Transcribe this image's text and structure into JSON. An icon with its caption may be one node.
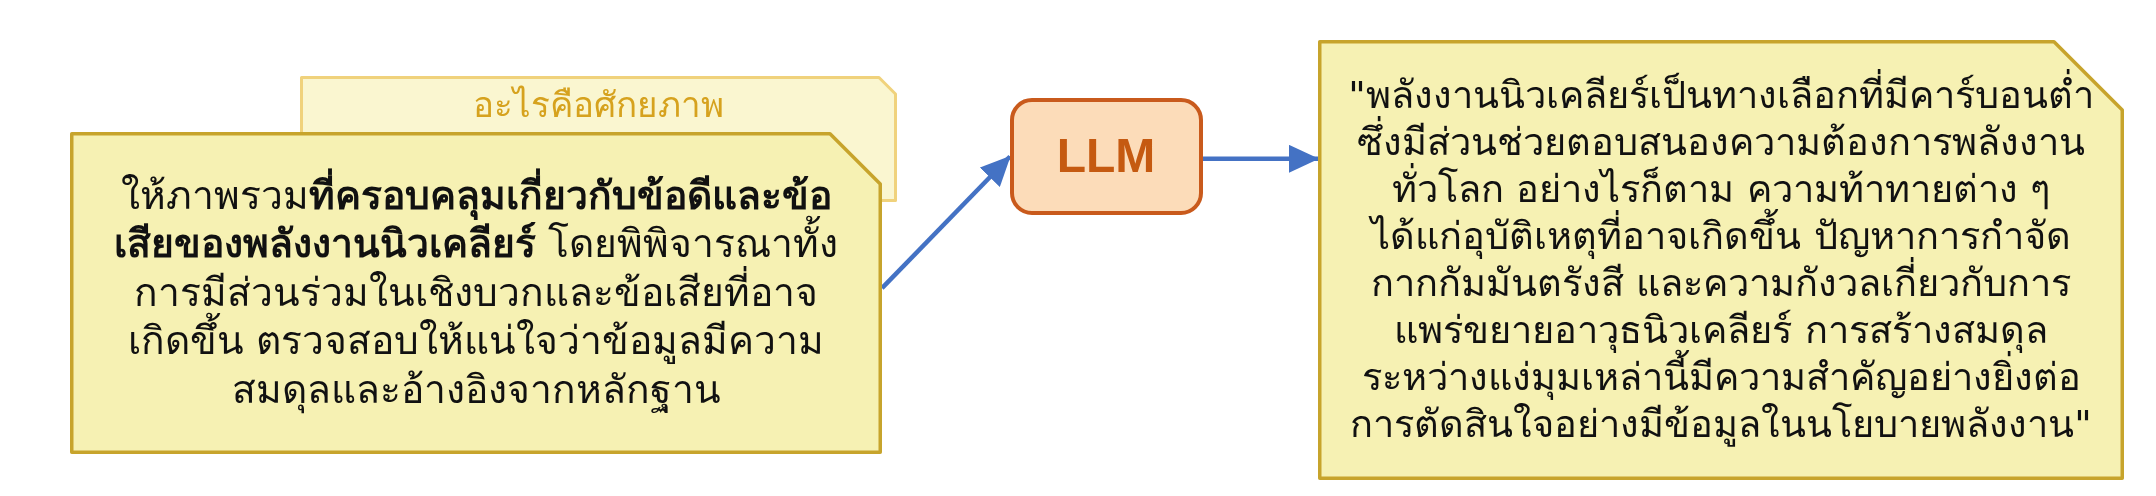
{
  "diagram": {
    "nodes": [
      {
        "text": [
          "อะไรคือศักยภาพ"
        ]
      },
      {
        "text": [
          "ให้ภาพรวม**ที่ครอบคลุมเกี่ยวกับข้อดีและข้อเสียของพลังงานนิวเคลียร์** โดยพิพิจารณาทั้งการมีส่วนร่วมในเชิงบวกและข้อเสียที่อาจเกิดขึ้น ตรวจสอบให้แน่ใจว่าข้อมูลมีความสมดุลและอ้างอิงจากหลักฐาน"
        ]
      },
      {
        "text": [
          "LLM"
        ]
      },
      {
        "text": [
          "\"พลังงานนิวเคลียร์เป็นทางเลือกที่มีคาร์บอนต่ำซึ่งมีส่วนช่วยตอบสนองความต้องการพลังงานทั่วโลก อย่างไรก็ตาม ความท้าทายต่าง ๆ ได้แก่อุบัติเหตุที่อาจเกิดขึ้น ปัญหาการกำจัดกากกัมมันตรังสี และความกังวลเกี่ยวกับการแพร่ขยายอาวุธนิวเคลียร์ การสร้างสมดุลระหว่างแง่มุมเหล่านี้มีความสำคัญอย่างยิ่งต่อการตัดสินใจอย่างมีข้อมูลในนโยบายพลังงาน\""
        ]
      }
    ],
    "edges": [
      {
        "from": 1,
        "to": 2,
        "arrow": "to"
      },
      {
        "from": 2,
        "to": 3,
        "arrow": "to"
      }
    ]
  }
}
